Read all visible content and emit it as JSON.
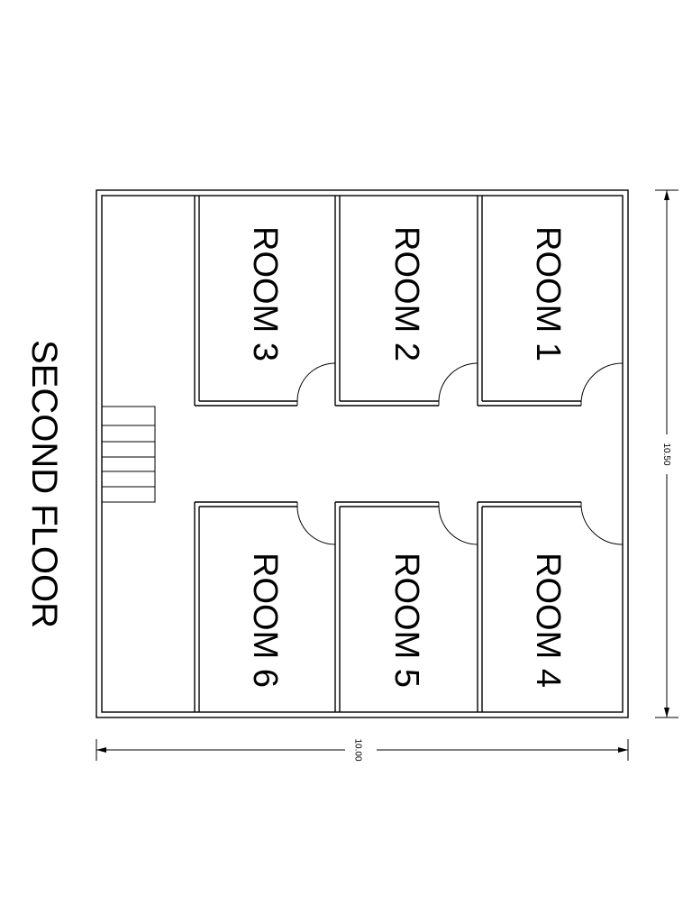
{
  "title": "SECOND FLOOR",
  "rooms": [
    {
      "label": "ROOM 1"
    },
    {
      "label": "ROOM 2"
    },
    {
      "label": "ROOM 3"
    },
    {
      "label": "ROOM 4"
    },
    {
      "label": "ROOM 5"
    },
    {
      "label": "ROOM 6"
    }
  ],
  "dimensions": {
    "height": "10.50",
    "width": "10.00"
  }
}
